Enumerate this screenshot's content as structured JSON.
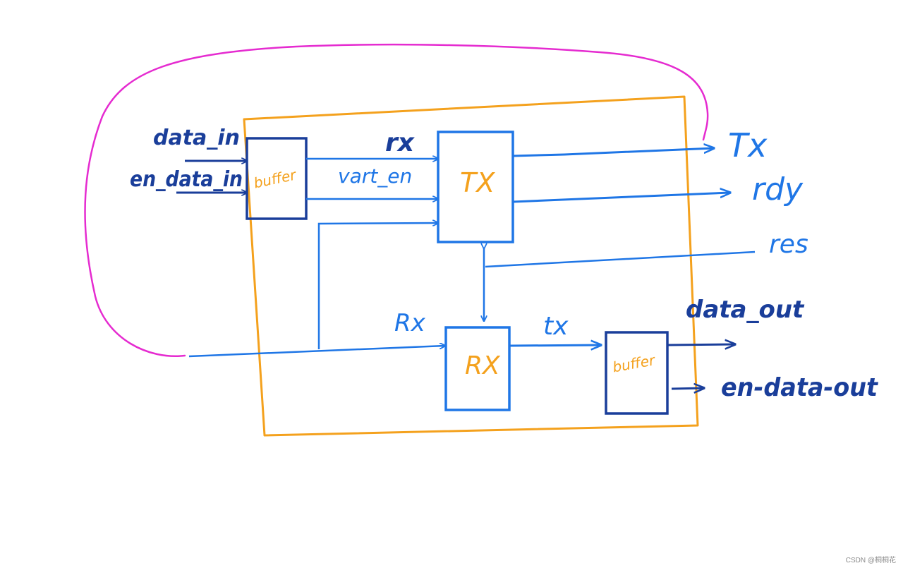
{
  "colors": {
    "magenta": "#e52bd0",
    "orange": "#f4a11d",
    "blue": "#1f76e6",
    "navy": "#1a3e9a"
  },
  "diagram": {
    "inputs": {
      "data_in": "data_in",
      "en_data_in": "en_data_in"
    },
    "blocks": {
      "buffer_in": "buffer",
      "tx": "TX",
      "rx": "RX",
      "buffer_out": "buffer"
    },
    "signals": {
      "rx_bus": "rx",
      "uart_en": "vart_en",
      "rx_upper": "Rx",
      "tx_lower": "tx"
    },
    "outputs": {
      "tx": "Tx",
      "rdy": "rdy",
      "res": "res",
      "data_out": "data_out",
      "en_data_out": "en-data-out"
    }
  },
  "watermark": "CSDN @桐桐花"
}
